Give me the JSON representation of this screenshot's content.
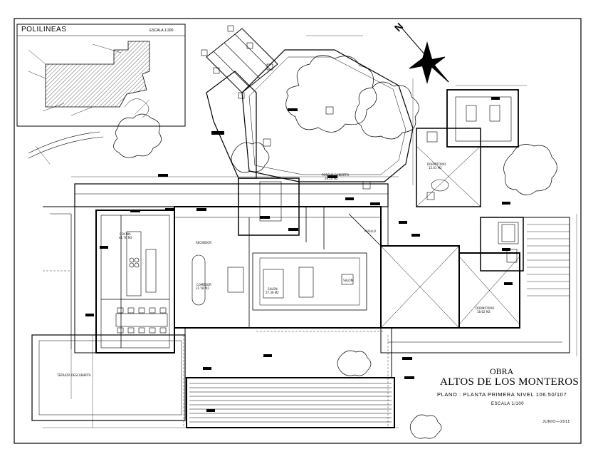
{
  "title_block": {
    "obra_label": "OBRA",
    "project_name": "ALTOS DE LOS MONTEROS",
    "plano_line": "PLANO : PLANTA PRIMERA NIVEL 106.50/107",
    "escala": "ESCALA 1/100",
    "date": "JUNIO—2011"
  },
  "inset": {
    "title": "POLILINEAS",
    "escala": "ESCALA 1:200"
  },
  "compass": {
    "label": "N"
  },
  "room_labels": [
    {
      "id": "cocina",
      "name": "COCINA",
      "area": "41.76 M2"
    },
    {
      "id": "comedor",
      "name": "COMEDOR",
      "area": "31.58 M2"
    },
    {
      "id": "salon",
      "name": "SALON",
      "area": "57.39 M2"
    },
    {
      "id": "salon2",
      "name": "SALON",
      "area": ""
    },
    {
      "id": "dormitorio1",
      "name": "DORMITORIO",
      "area": "18.62 M2"
    },
    {
      "id": "dormitorio2",
      "name": "DORMITORIO",
      "area": "15.01 M2"
    },
    {
      "id": "porche",
      "name": "PORCHE CUBIERTO",
      "area": "26.14 M2"
    },
    {
      "id": "pasillo",
      "name": "PASILLO",
      "area": ""
    },
    {
      "id": "recibidor",
      "name": "RECIBIDOR",
      "area": ""
    },
    {
      "id": "terraza",
      "name": "TERRAZA DESCUBIERTA",
      "area": ""
    }
  ],
  "colors": {
    "ink": "#000000",
    "paper": "#ffffff"
  }
}
